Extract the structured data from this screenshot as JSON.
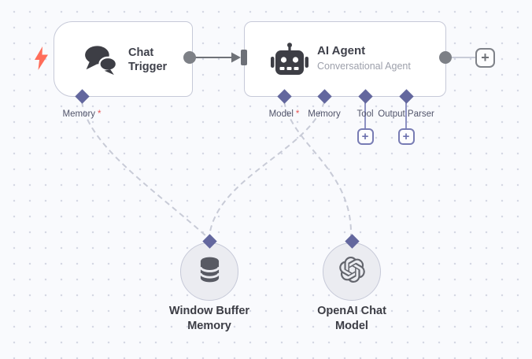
{
  "canvas": {
    "background_color": "#f9fafd",
    "dot_color": "#d5d8e4"
  },
  "colors": {
    "accent_connector_purple": "#63679e",
    "required_asterisk_red": "#e85555",
    "trigger_bolt_orange": "#ff6d5a",
    "edge_gray": "#6f7278",
    "edge_light_dashed": "#c8cbd7",
    "node_border": "#c6c9d8"
  },
  "glyphs": {
    "plus": "+"
  },
  "nodes": {
    "chat_trigger": {
      "title": "Chat Trigger",
      "icon": "chat-bubbles",
      "ports": {
        "memory": {
          "label": "Memory",
          "mark": "*"
        }
      }
    },
    "ai_agent": {
      "title": "AI Agent",
      "subtitle": "Conversational Agent",
      "icon": "robot",
      "ports": {
        "model": {
          "label": "Model",
          "mark": "*"
        },
        "memory": {
          "label": "Memory"
        },
        "tool": {
          "label": "Tool"
        },
        "output_parser": {
          "label": "Output Parser"
        }
      }
    },
    "window_buffer_memory": {
      "title": "Window Buffer Memory",
      "icon": "database"
    },
    "openai_chat_model": {
      "title": "OpenAI Chat Model",
      "icon": "openai-logo"
    }
  }
}
